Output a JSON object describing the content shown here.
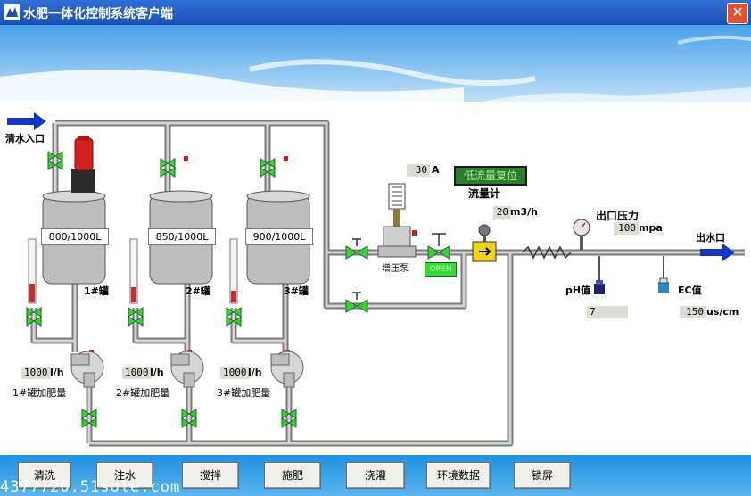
{
  "window": {
    "title": "水肥一体化控制系统客户端",
    "close_symbol": "✕"
  },
  "inlet_label": "清水入口",
  "outlet_label": "出水口",
  "tanks": [
    {
      "capacity": "800/1000L",
      "name": "1#罐",
      "dose_value": "1000",
      "dose_unit": "l/h",
      "dose_label": "1#罐加肥量"
    },
    {
      "capacity": "850/1000L",
      "name": "2#罐",
      "dose_value": "1000",
      "dose_unit": "l/h",
      "dose_label": "2#罐加肥量"
    },
    {
      "capacity": "900/1000L",
      "name": "3#罐",
      "dose_value": "1000",
      "dose_unit": "l/h",
      "dose_label": "3#罐加肥量"
    }
  ],
  "booster": {
    "current_value": "30",
    "current_unit": "A",
    "label": "增压泵",
    "status": "OPEN"
  },
  "flow": {
    "reset_button": "低流量复位",
    "label": "流量计",
    "value": "20",
    "unit": "m3/h"
  },
  "pressure": {
    "label": "出口压力",
    "value": "100",
    "unit": "mpa"
  },
  "ph": {
    "label": "pH值",
    "value": "7"
  },
  "ec": {
    "label": "EC值",
    "value": "150",
    "unit": "us/cm"
  },
  "buttons": [
    "清洗",
    "注水",
    "搅拌",
    "施肥",
    "浇灌",
    "环境数据",
    "锁屏"
  ],
  "watermark": "4377720.51sole.com",
  "colors": {
    "pipe": "#c8c8c8",
    "valve": "#3ccc3c",
    "arrow": "#1434c8",
    "tank": "#bdbdbd",
    "motor": "#d02020"
  }
}
